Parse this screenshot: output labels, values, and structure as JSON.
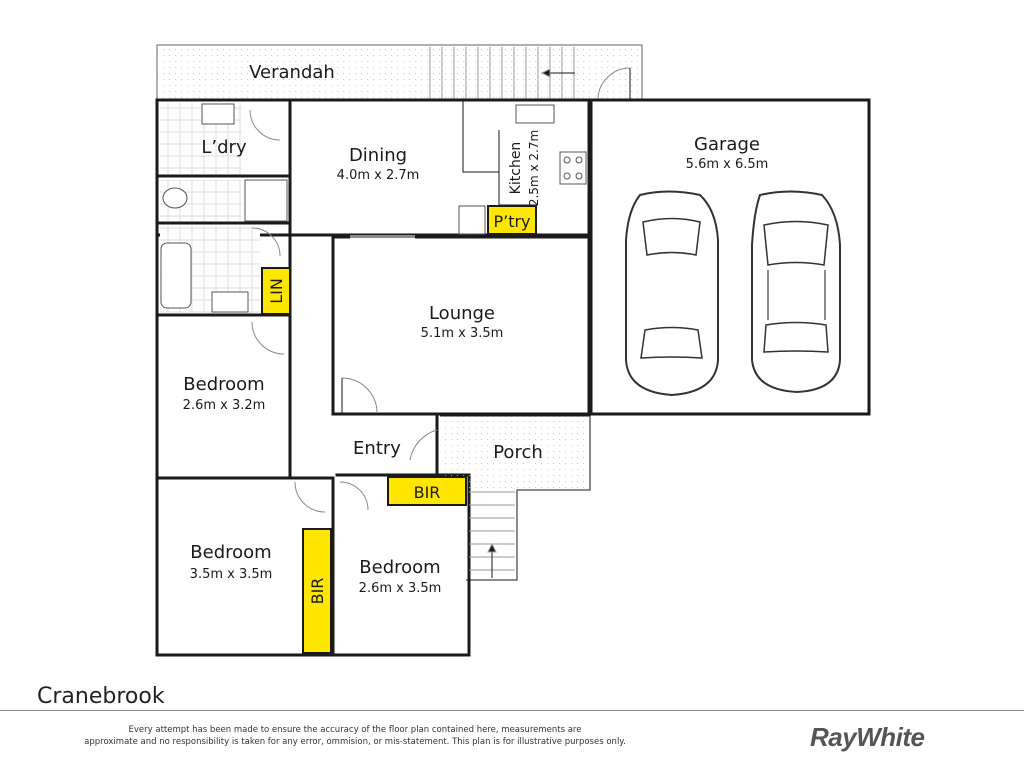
{
  "rooms": {
    "verandah": {
      "name": "Verandah"
    },
    "laundry": {
      "name": "L’dry"
    },
    "dining": {
      "name": "Dining",
      "dims": "4.0m x 2.7m"
    },
    "kitchen": {
      "name": "Kitchen",
      "dims": "2.5m x 2.7m"
    },
    "pantry": {
      "name": "P’try"
    },
    "garage": {
      "name": "Garage",
      "dims": "5.6m x 6.5m"
    },
    "linen": {
      "name": "LIN"
    },
    "lounge": {
      "name": "Lounge",
      "dims": "5.1m x 3.5m"
    },
    "bedroom_upper": {
      "name": "Bedroom",
      "dims": "2.6m x 3.2m"
    },
    "entry": {
      "name": "Entry"
    },
    "porch": {
      "name": "Porch"
    },
    "bir_right": {
      "name": "BIR"
    },
    "bedroom_left": {
      "name": "Bedroom",
      "dims": "3.5m x 3.5m"
    },
    "bir_left": {
      "name": "BIR"
    },
    "bedroom_right": {
      "name": "Bedroom",
      "dims": "2.6m x 3.5m"
    }
  },
  "footer": {
    "suburb": "Cranebrook",
    "disclaimer_line1": "Every attempt has been made to ensure the accuracy of the floor plan contained here, measurements are",
    "disclaimer_line2": "approximate and no responsibility is taken for any error, ommision, or mis-statement. This plan is for illustrative purposes only.",
    "brand": "RayWhite"
  },
  "colors": {
    "highlight": "#ffe600",
    "wall": "#1a1a1a"
  }
}
